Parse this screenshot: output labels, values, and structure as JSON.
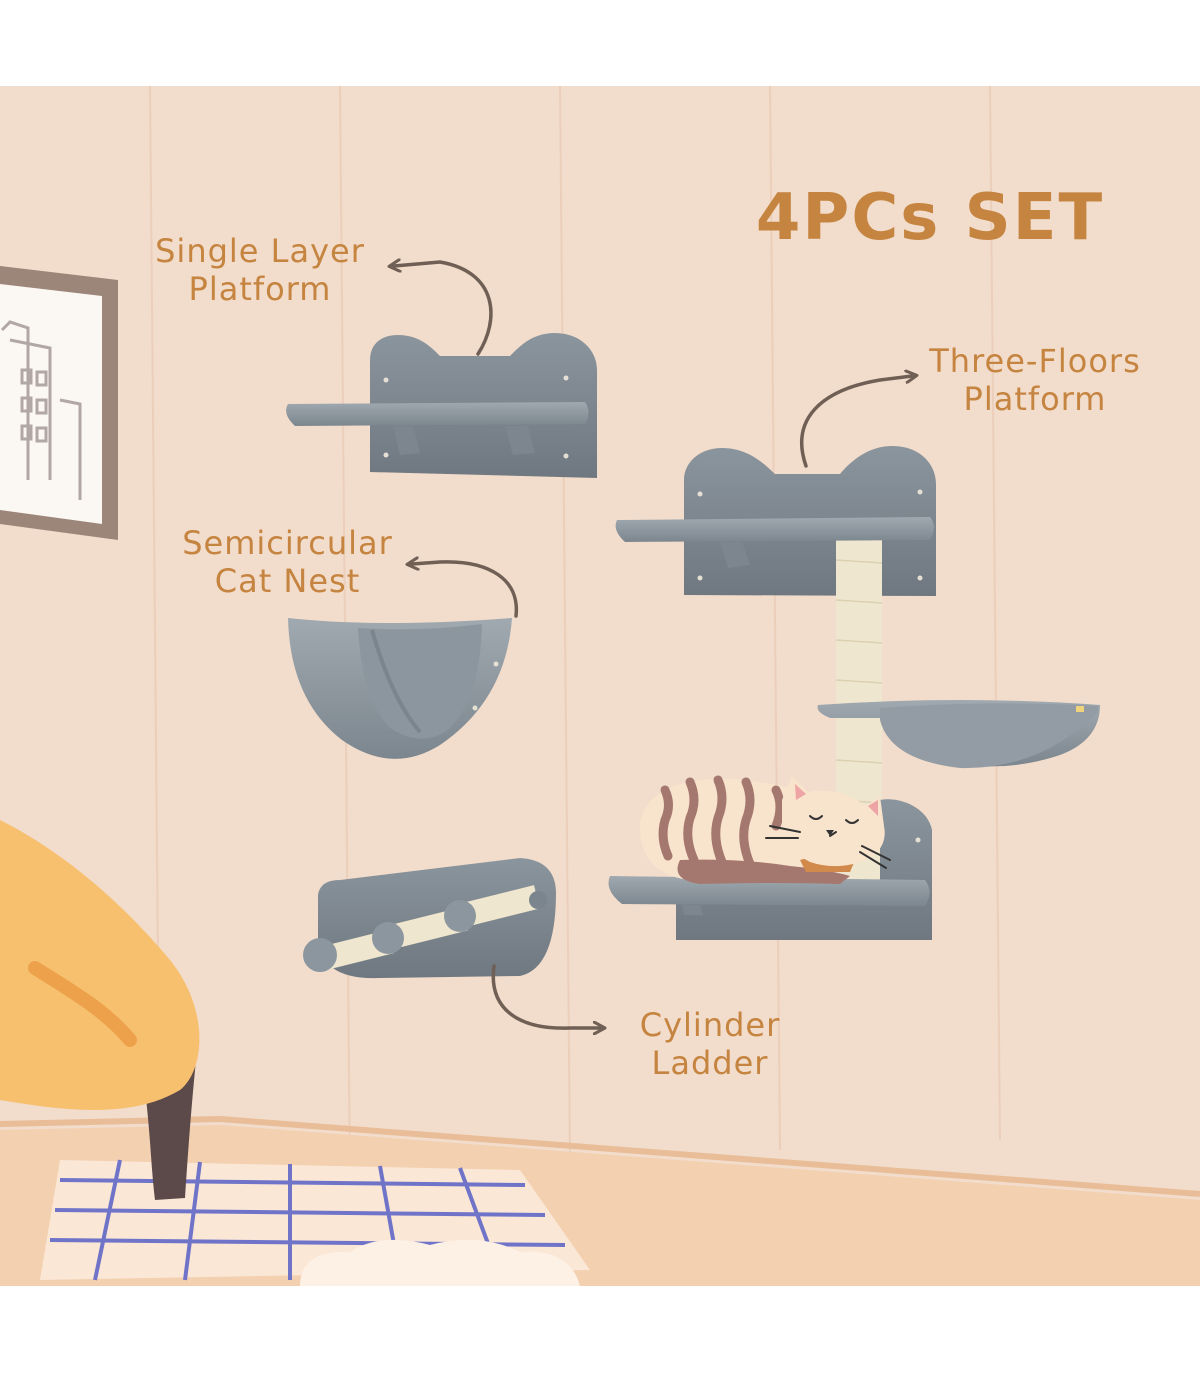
{
  "headline": "4PCs SET",
  "labels": {
    "single_layer": [
      "Single Layer",
      "Platform"
    ],
    "three_floors": [
      "Three-Floors",
      "Platform"
    ],
    "semicircular": [
      "Semicircular",
      "Cat Nest"
    ],
    "cylinder": [
      "Cylinder",
      "Ladder"
    ]
  },
  "colors": {
    "wall": "#f2dccb",
    "floor": "#f3d0b0",
    "label_text": "#c5843f",
    "plush_gray": "#8c969e",
    "sisal": "#efe6cf",
    "arrow": "#6f5f55",
    "chair": "#f7c06f",
    "rug_lines": "#6f74c8"
  }
}
